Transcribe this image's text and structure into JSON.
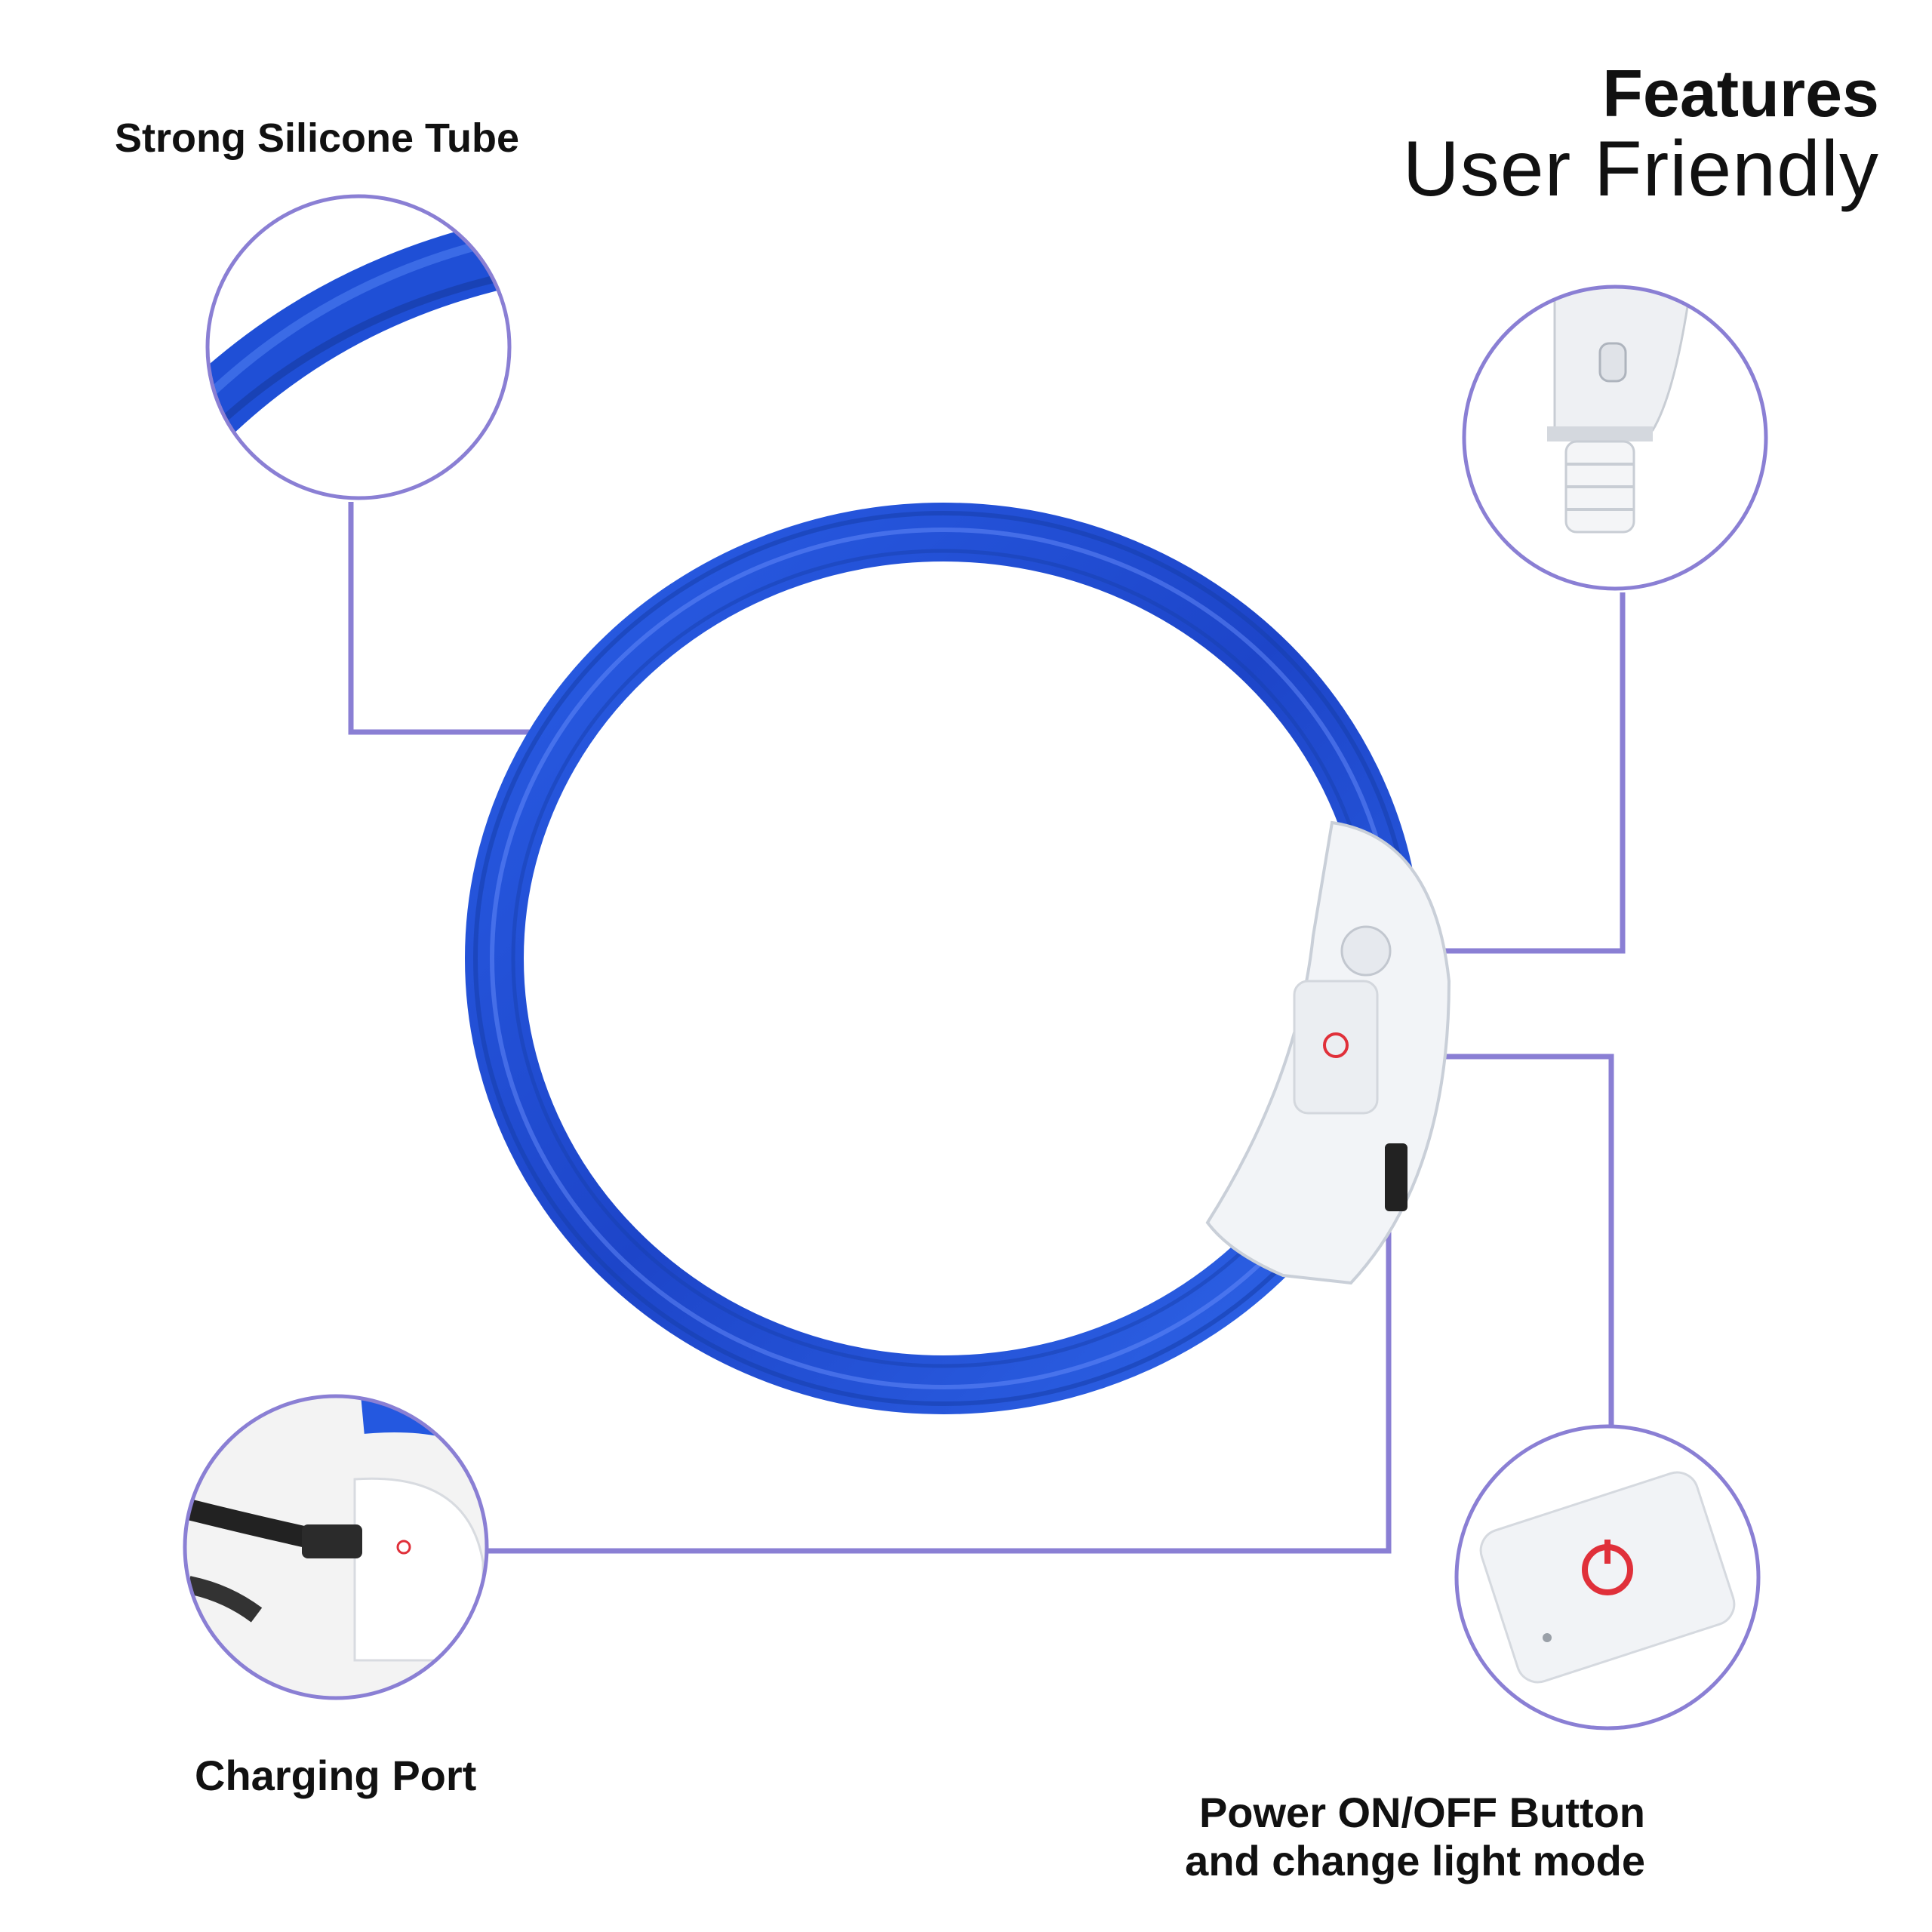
{
  "header": {
    "title": "Features",
    "subtitle": "User Friendly"
  },
  "callouts": {
    "tube": "Strong Silicone Tube",
    "port": "Charging Port",
    "power_line1": "Power ON/OFF Button",
    "power_line2": "and change light mode"
  },
  "colors": {
    "collar_blue": "#1f4fd6",
    "connector_purple": "#8a7fd4",
    "housing_white": "#f2f4f7",
    "power_red": "#e0303a"
  },
  "icons": {
    "power": "power-icon"
  }
}
